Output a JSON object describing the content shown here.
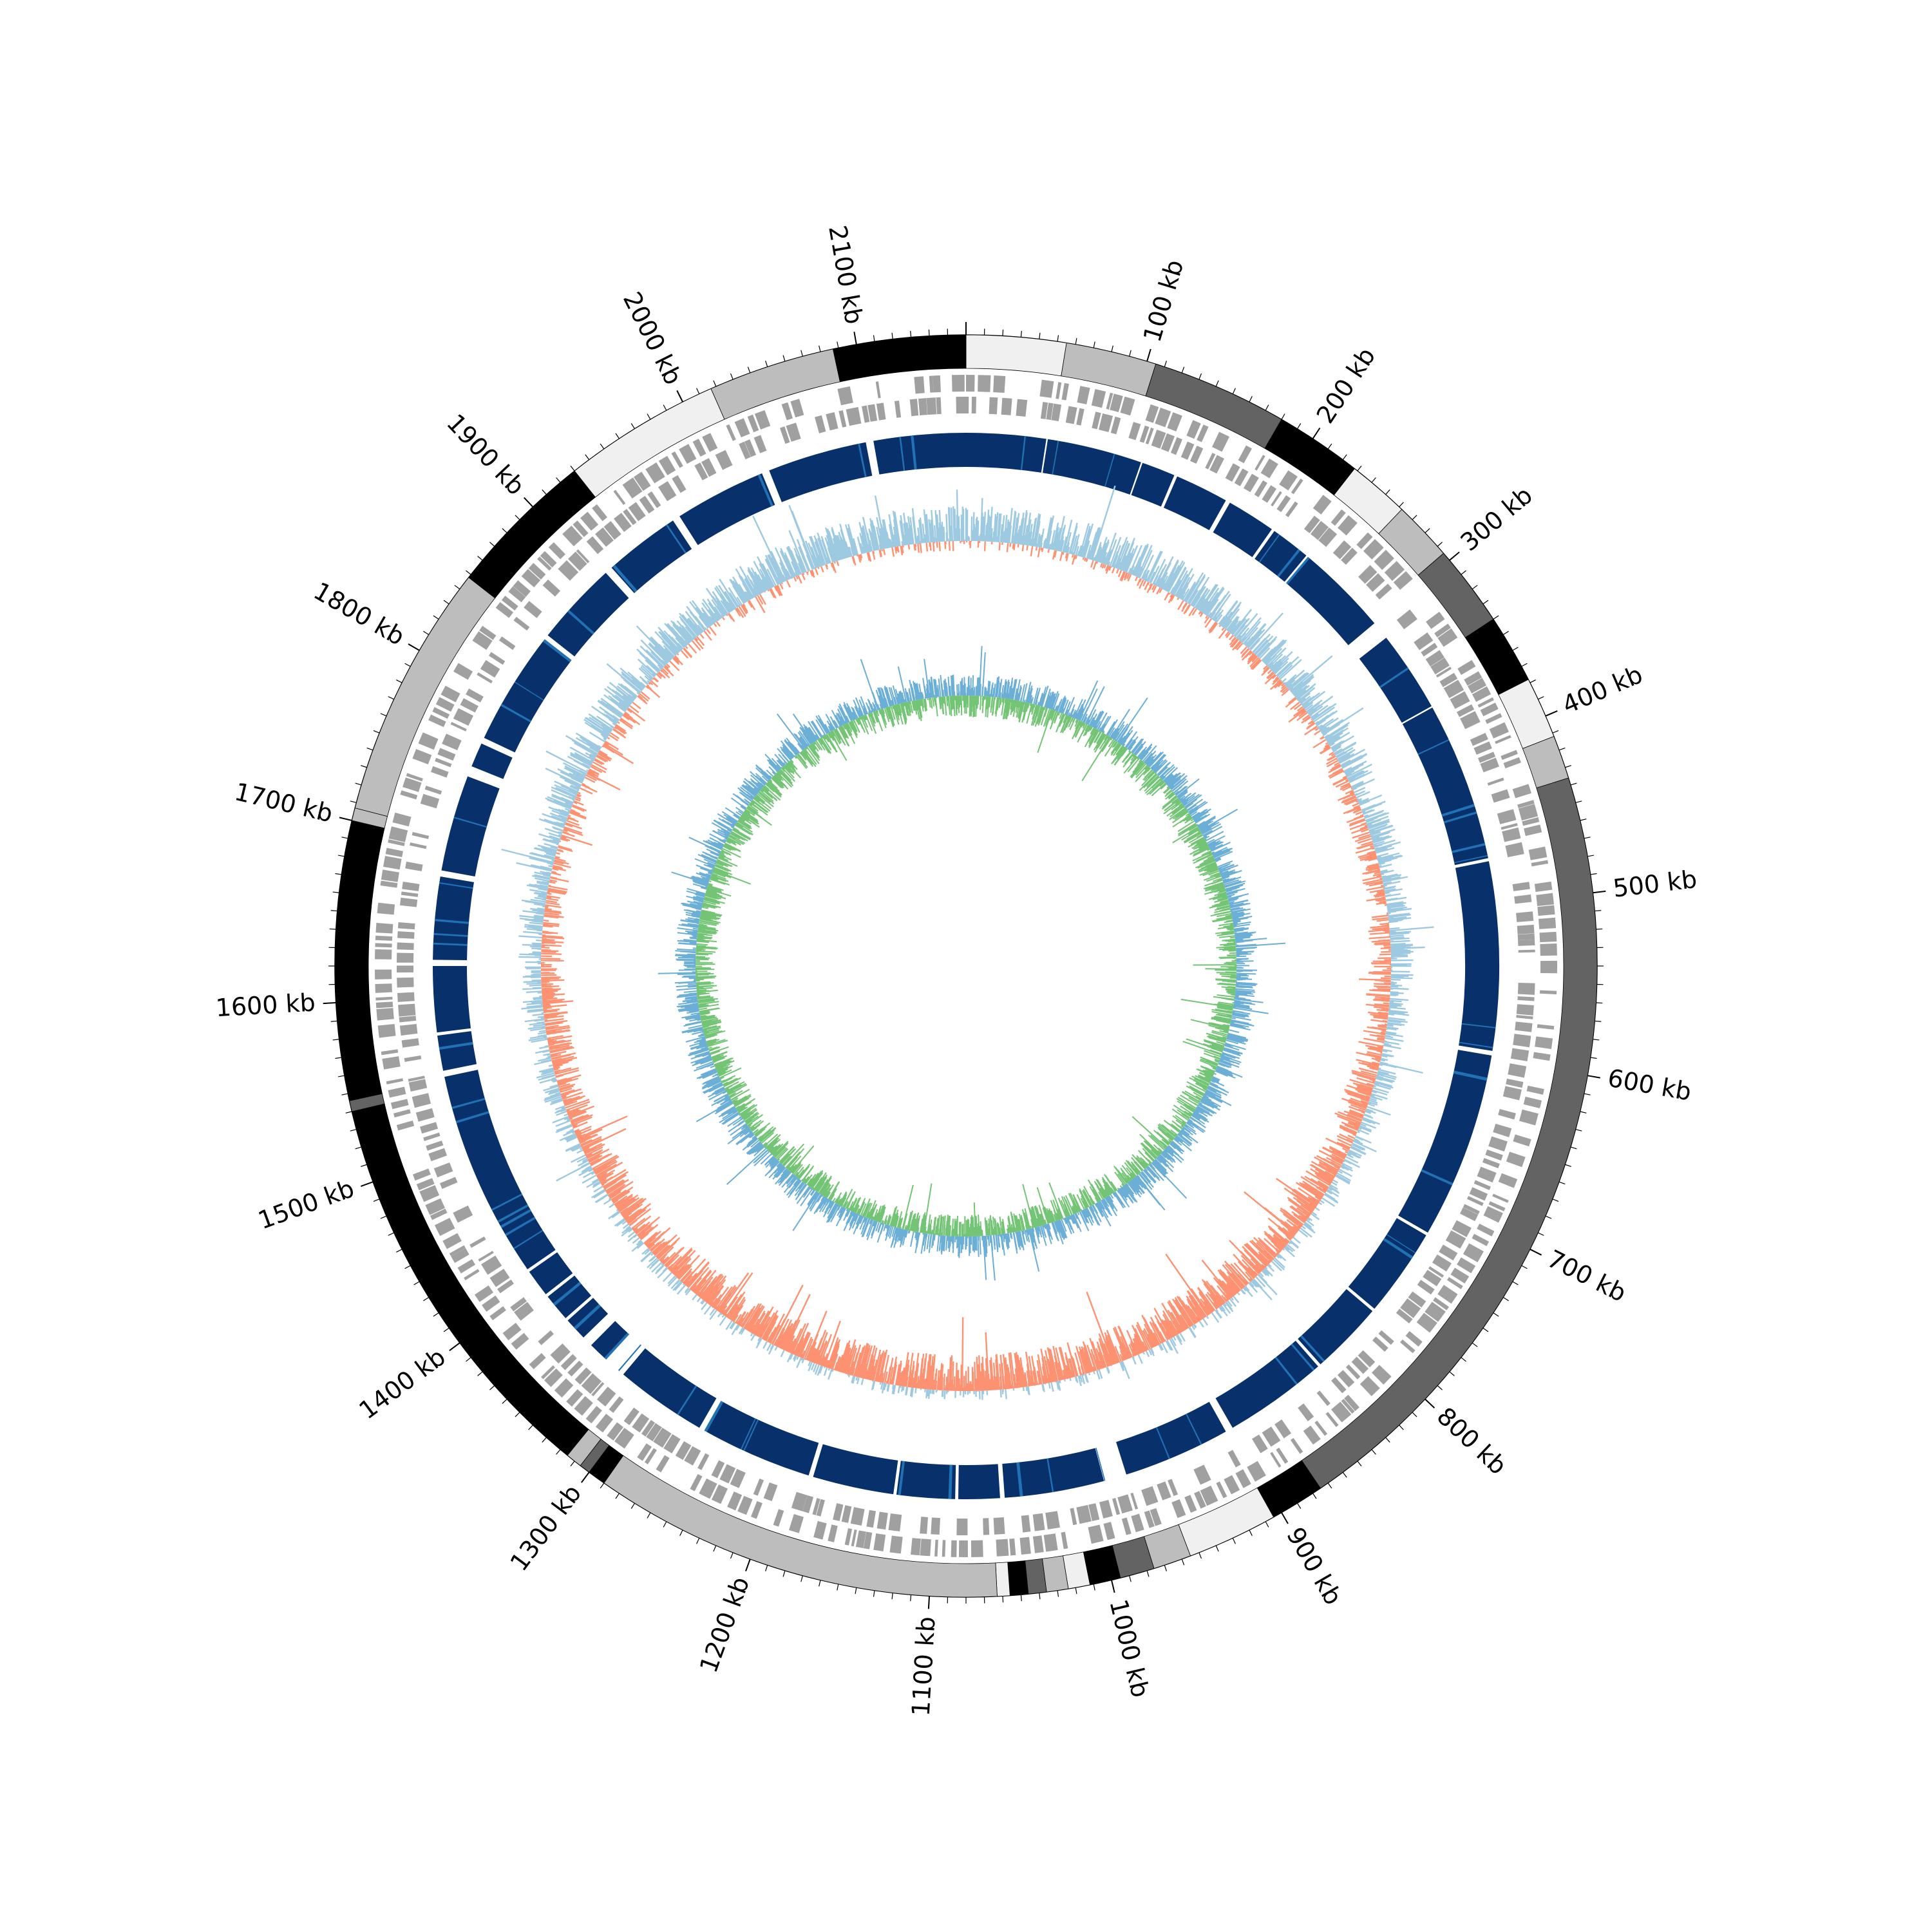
{
  "chart_data": {
    "type": "circular-genome-map",
    "genome_length_kb": 2160,
    "axis": {
      "unit": "kb",
      "major_step_kb": 100,
      "minor_step_kb": 10,
      "tick_labels": [
        "100 kb",
        "200 kb",
        "300 kb",
        "400 kb",
        "500 kb",
        "600 kb",
        "700 kb",
        "800 kb",
        "900 kb",
        "1000 kb",
        "1100 kb",
        "1200 kb",
        "1300 kb",
        "1400 kb",
        "1500 kb",
        "1600 kb",
        "1700 kb",
        "1800 kb",
        "1900 kb",
        "2000 kb",
        "2100 kb"
      ]
    },
    "contig_ring": {
      "segments": [
        {
          "start": 0,
          "end": 55,
          "shade": "#f0f0f0"
        },
        {
          "start": 55,
          "end": 105,
          "shade": "#bdbdbd"
        },
        {
          "start": 105,
          "end": 180,
          "shade": "#636363"
        },
        {
          "start": 180,
          "end": 228,
          "shade": "#000000"
        },
        {
          "start": 228,
          "end": 262,
          "shade": "#f0f0f0"
        },
        {
          "start": 262,
          "end": 295,
          "shade": "#bdbdbd"
        },
        {
          "start": 295,
          "end": 340,
          "shade": "#636363"
        },
        {
          "start": 340,
          "end": 378,
          "shade": "#000000"
        },
        {
          "start": 378,
          "end": 412,
          "shade": "#f0f0f0"
        },
        {
          "start": 412,
          "end": 436,
          "shade": "#bdbdbd"
        },
        {
          "start": 436,
          "end": 875,
          "shade": "#636363"
        },
        {
          "start": 875,
          "end": 905,
          "shade": "#000000"
        },
        {
          "start": 905,
          "end": 955,
          "shade": "#f0f0f0"
        },
        {
          "start": 955,
          "end": 976,
          "shade": "#bdbdbd"
        },
        {
          "start": 976,
          "end": 995,
          "shade": "#636363"
        },
        {
          "start": 995,
          "end": 1012,
          "shade": "#000000"
        },
        {
          "start": 1012,
          "end": 1024,
          "shade": "#f0f0f0"
        },
        {
          "start": 1024,
          "end": 1036,
          "shade": "#bdbdbd"
        },
        {
          "start": 1036,
          "end": 1046,
          "shade": "#636363"
        },
        {
          "start": 1046,
          "end": 1056,
          "shade": "#000000"
        },
        {
          "start": 1056,
          "end": 1063,
          "shade": "#f0f0f0"
        },
        {
          "start": 1063,
          "end": 1290,
          "shade": "#bdbdbd"
        },
        {
          "start": 1290,
          "end": 1300,
          "shade": "#000000"
        },
        {
          "start": 1300,
          "end": 1306,
          "shade": "#636363"
        },
        {
          "start": 1306,
          "end": 1315,
          "shade": "#bdbdbd"
        },
        {
          "start": 1315,
          "end": 1540,
          "shade": "#000000"
        },
        {
          "start": 1540,
          "end": 1546,
          "shade": "#636363"
        },
        {
          "start": 1546,
          "end": 1700,
          "shade": "#000000"
        },
        {
          "start": 1700,
          "end": 1707,
          "shade": "#bdbdbd"
        },
        {
          "start": 1707,
          "end": 1848,
          "shade": "#bdbdbd"
        },
        {
          "start": 1848,
          "end": 1930,
          "shade": "#000000"
        },
        {
          "start": 1930,
          "end": 2017,
          "shade": "#f0f0f0"
        },
        {
          "start": 2017,
          "end": 2087,
          "shade": "#bdbdbd"
        },
        {
          "start": 2087,
          "end": 2160,
          "shade": "#000000"
        }
      ]
    },
    "feature_rings": [
      {
        "track": "gene-lane-1",
        "color": "#a0a0a0"
      },
      {
        "track": "gene-lane-2",
        "color": "#a0a0a0"
      }
    ],
    "alignment_ring": {
      "color": "#08306b",
      "secondary_color": "#2171b5",
      "blocks": [
        [
          0,
          52
        ],
        [
          53,
          115
        ],
        [
          116,
          138
        ],
        [
          140,
          175
        ],
        [
          178,
          210
        ],
        [
          212,
          238
        ],
        [
          240,
          300
        ],
        [
          312,
          365
        ],
        [
          366,
          470
        ],
        [
          472,
          595
        ],
        [
          598,
          720
        ],
        [
          722,
          780
        ],
        [
          782,
          830
        ],
        [
          832,
          900
        ],
        [
          905,
          975
        ],
        [
          990,
          1055
        ],
        [
          1058,
          1085
        ],
        [
          1087,
          1125
        ],
        [
          1127,
          1180
        ],
        [
          1183,
          1255
        ],
        [
          1260,
          1320
        ],
        [
          1335,
          1348
        ],
        [
          1355,
          1370
        ],
        [
          1372,
          1390
        ],
        [
          1392,
          1410
        ],
        [
          1412,
          1548
        ],
        [
          1552,
          1575
        ],
        [
          1577,
          1620
        ],
        [
          1624,
          1678
        ],
        [
          1682,
          1745
        ],
        [
          1752,
          1768
        ],
        [
          1772,
          1845
        ],
        [
          1850,
          1905
        ],
        [
          1910,
          1960
        ],
        [
          1965,
          2025
        ],
        [
          2030,
          2095
        ],
        [
          2100,
          2160
        ]
      ]
    },
    "gc_skew_ring": {
      "positive_color": "#9ecae1",
      "negative_color": "#fc9272",
      "accent_color": "#000000"
    },
    "gc_content_ring": {
      "above_color": "#6baed6",
      "below_color": "#74c476"
    }
  }
}
